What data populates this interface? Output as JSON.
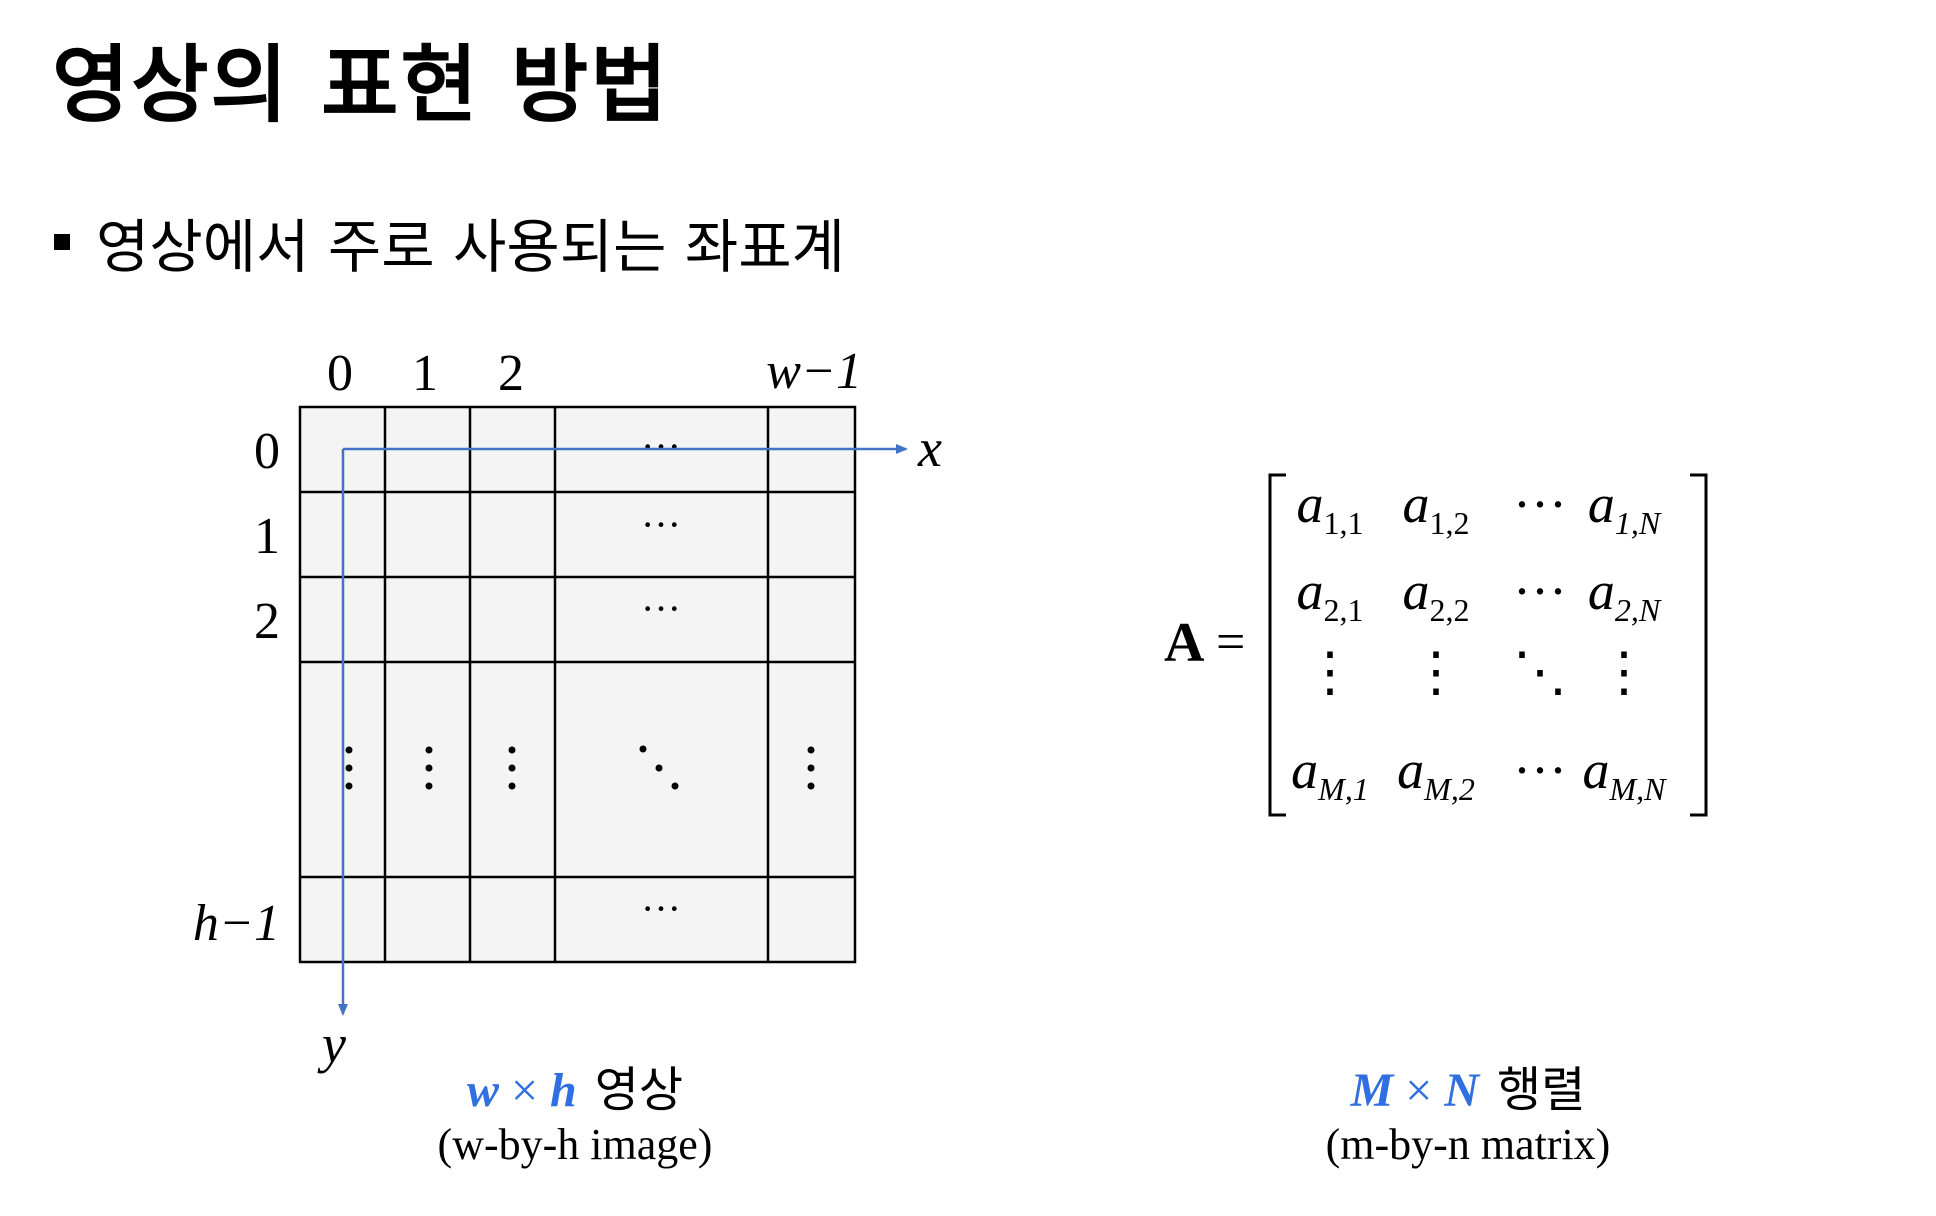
{
  "page": {
    "title": "영상의 표현 방법",
    "bullet": "영상에서 주로 사용되는 좌표계"
  },
  "grid": {
    "col_labels": [
      "0",
      "1",
      "2",
      "w−1"
    ],
    "row_labels": [
      "0",
      "1",
      "2",
      "h−1"
    ],
    "x_axis_label": "x",
    "y_axis_label": "y",
    "ellipsis_h": "···",
    "axis_color": "#4472c4",
    "cell_fill": "#f4f4f4"
  },
  "matrix": {
    "name": "A",
    "equals": "=",
    "rows": [
      [
        "a_{1,1}",
        "a_{1,2}",
        "···",
        "a_{1,N}"
      ],
      [
        "a_{2,1}",
        "a_{2,2}",
        "···",
        "a_{2,N}"
      ],
      [
        "⋮",
        "⋮",
        "⋱",
        "⋮"
      ],
      [
        "a_{M,1}",
        "a_{M,2}",
        "···",
        "a_{M,N}"
      ]
    ]
  },
  "captions": {
    "image": {
      "math_a": "w",
      "times": "×",
      "math_b": "h",
      "korean": "영상",
      "english": "(w-by-h image)"
    },
    "matrix": {
      "math_a": "M",
      "times": "×",
      "math_b": "N",
      "korean": "행렬",
      "english": "(m-by-n matrix)"
    }
  },
  "accent_color": "#2f6fe0"
}
